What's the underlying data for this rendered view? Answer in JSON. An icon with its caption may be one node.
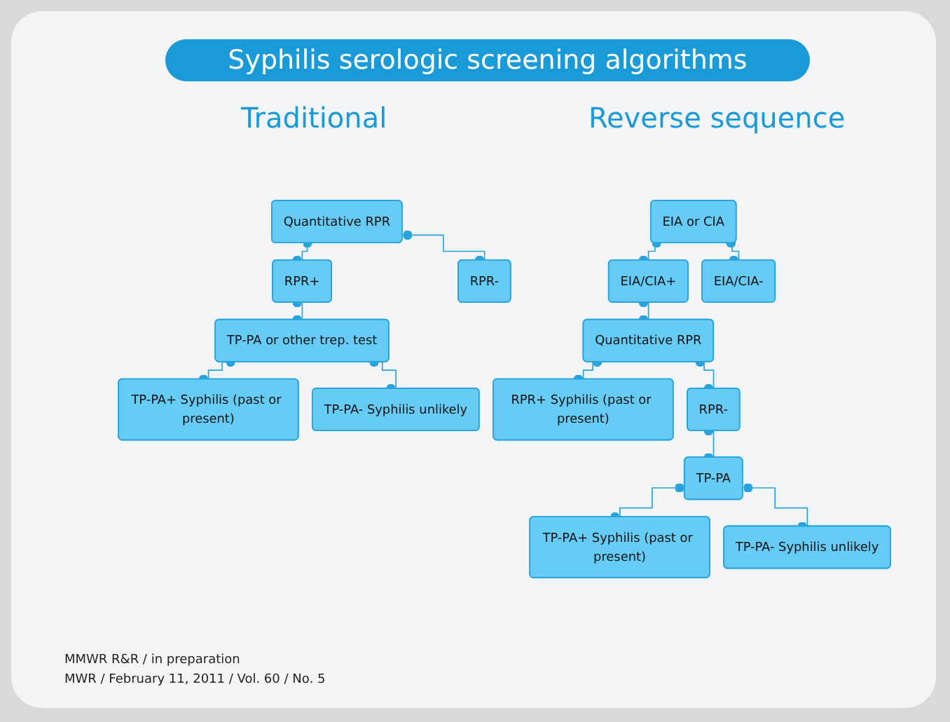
{
  "diagram": {
    "title": "Syphilis serologic screening algorithms",
    "nodes": [
      {
        "text": [
          "Quantitative RPR"
        ]
      },
      {
        "text": [
          "RPR+"
        ]
      },
      {
        "text": [
          "RPR-"
        ]
      },
      {
        "text": [
          "TP-PA or other trep. test"
        ]
      },
      {
        "text": [
          "TP-PA+ Syphilis (past or present)"
        ]
      },
      {
        "text": [
          "TP-PA- Syphilis unlikely"
        ]
      },
      {
        "text": [
          "EIA or CIA"
        ]
      },
      {
        "text": [
          "EIA/CIA+"
        ]
      },
      {
        "text": [
          "EIA/CIA-"
        ]
      },
      {
        "text": [
          "Quantitative RPR"
        ]
      },
      {
        "text": [
          "RPR+ Syphilis (past or present)"
        ]
      },
      {
        "text": [
          "RPR-"
        ]
      },
      {
        "text": [
          "TP-PA"
        ]
      },
      {
        "text": [
          "TP-PA+ Syphilis (past or present)"
        ]
      },
      {
        "text": [
          "TP-PA- Syphilis unlikely"
        ]
      }
    ],
    "edges": [
      {
        "from": 0,
        "to": 1,
        "arrow": "other"
      },
      {
        "from": 0,
        "to": 2,
        "arrow": "other"
      },
      {
        "from": 1,
        "to": 3,
        "arrow": "other"
      },
      {
        "from": 3,
        "to": 4,
        "arrow": "other"
      },
      {
        "from": 3,
        "to": 5,
        "arrow": "other"
      },
      {
        "from": 6,
        "to": 7,
        "arrow": "other"
      },
      {
        "from": 6,
        "to": 8,
        "arrow": "other"
      },
      {
        "from": 7,
        "to": 9,
        "arrow": "other"
      },
      {
        "from": 9,
        "to": 10,
        "arrow": "other"
      },
      {
        "from": 9,
        "to": 11,
        "arrow": "other"
      },
      {
        "from": 11,
        "to": 12,
        "arrow": "other"
      },
      {
        "from": 12,
        "to": 13,
        "arrow": "other"
      },
      {
        "from": 12,
        "to": 14,
        "arrow": "other"
      }
    ],
    "labels": [
      "Traditional",
      "Reverse sequence",
      "MMWR R&R / in preparation",
      "MWR / February 11, 2011 / Vol. 60 / No. 5"
    ]
  }
}
